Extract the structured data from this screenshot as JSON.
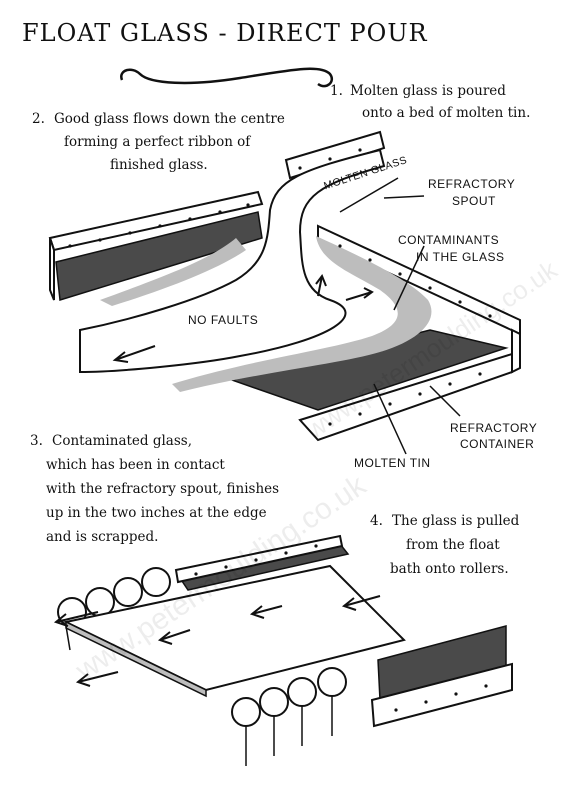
{
  "title": "FLOAT GLASS - DIRECT POUR",
  "steps": [
    {
      "num": "1.",
      "lines": [
        "Molten glass is poured",
        "onto a bed of molten tin."
      ]
    },
    {
      "num": "2.",
      "lines": [
        "Good glass flows down the centre",
        "forming a perfect ribbon of",
        "finished glass."
      ]
    },
    {
      "num": "3.",
      "lines": [
        "Contaminated glass,",
        "which has been in contact",
        "with the refractory spout, finishes",
        "up in the two inches at the edge",
        "and is scrapped."
      ]
    },
    {
      "num": "4.",
      "lines": [
        "The glass is pulled",
        "from the float",
        "bath onto rollers."
      ]
    }
  ],
  "labels": {
    "molten_glass": "MOLTEN GLASS",
    "refractory_spout": [
      "REFRACTORY",
      "SPOUT"
    ],
    "contaminants": [
      "CONTAMINANTS",
      "IN THE GLASS"
    ],
    "no_faults": "NO FAULTS",
    "refractory_container": [
      "REFRACTORY",
      "CONTAINER"
    ],
    "molten_tin": "MOLTEN TIN"
  },
  "watermark": "www.petermoulding.co.uk",
  "colors": {
    "tin": "#4a4a4a",
    "glass_shadow": "#bdbdbd",
    "ink": "#111111"
  }
}
